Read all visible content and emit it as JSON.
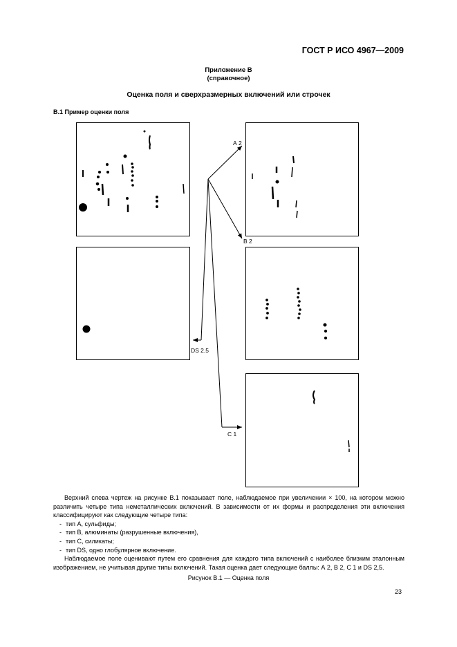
{
  "header": {
    "doc_code": "ГОСТ Р ИСО 4967—2009"
  },
  "appendix": {
    "title": "Приложение В",
    "note": "(справочное)"
  },
  "section_title": "Оценка поля и сверхразмерных включений или строчек",
  "subsection": "В.1  Пример оценки поля",
  "figure": {
    "labels": {
      "a2": "А 2",
      "b2": "В 2",
      "ds": "DS 2.5",
      "c1": "С 1"
    }
  },
  "text": {
    "para1": "Верхний слева чертеж на рисунке В.1 показывает поле, наблюдаемое при увеличении × 100, на котором можно различить четыре типа неметаллических включений. В зависимости от их формы и распределения эти включения классифицируют как следующие четыре типа:",
    "items": [
      "тип А, сульфиды;",
      "тип В, алюминаты (разрушенные включения),",
      "тип С, силикаты;",
      "тип DS, одно глобулярное включение."
    ],
    "para2": "Наблюдаемое поле оценивают путем его сравнения для каждого типа включений с наиболее близким эталонным изображением, не учитывая другие типы включений. Такая оценка дает следующие баллы: А 2, В 2, С 1 и DS 2,5."
  },
  "caption": "Рисунок В.1 — Оценка поля",
  "page_number": "23"
}
